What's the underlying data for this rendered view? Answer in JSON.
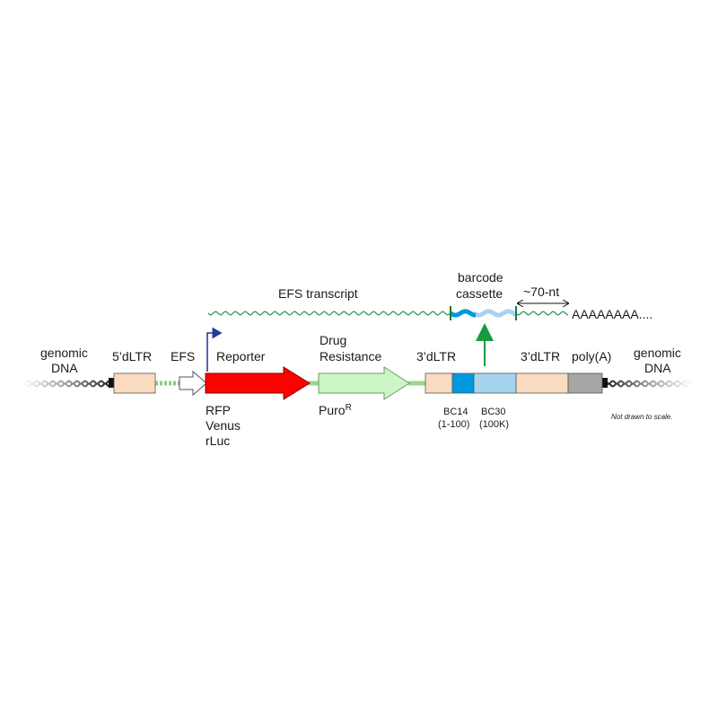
{
  "transcript": {
    "label": "EFS transcript",
    "barcode_label_line1": "barcode",
    "barcode_label_line2": "cassette",
    "spacer_label": "~70-nt",
    "polya_tail": "AAAAAAAA...."
  },
  "construct": {
    "genomic_left_line1": "genomic",
    "genomic_left_line2": "DNA",
    "ltr5": "5’dLTR",
    "efs": "EFS",
    "reporter": "Reporter",
    "reporter_options": [
      "RFP",
      "Venus",
      "rLuc"
    ],
    "drug_line1": "Drug",
    "drug_line2": "Resistance",
    "puro_main": "Puro",
    "puro_sup": "R",
    "ltr3_a": "3’dLTR",
    "bc14": "BC14",
    "bc14_range": "(1-100)",
    "bc30": "BC30",
    "bc30_range": "(100K)",
    "ltr3_b": "3’dLTR",
    "polya": "poly(A)",
    "genomic_right_line1": "genomic",
    "genomic_right_line2": "DNA",
    "note": "Not drawn to scale."
  },
  "colors": {
    "ltr_fill": "#f9dcc0",
    "reporter_red": "#ff0000",
    "puro_fill": "#cef5c8",
    "bc14_fill": "#0099e0",
    "bc30_fill": "#a6d4ef",
    "polya_gray": "#a6a6a6",
    "transcript_green": "#2e9e5b",
    "promoter_arrow_blue": "#2a3a9a",
    "primer_arrow_green": "#1a9a40"
  }
}
